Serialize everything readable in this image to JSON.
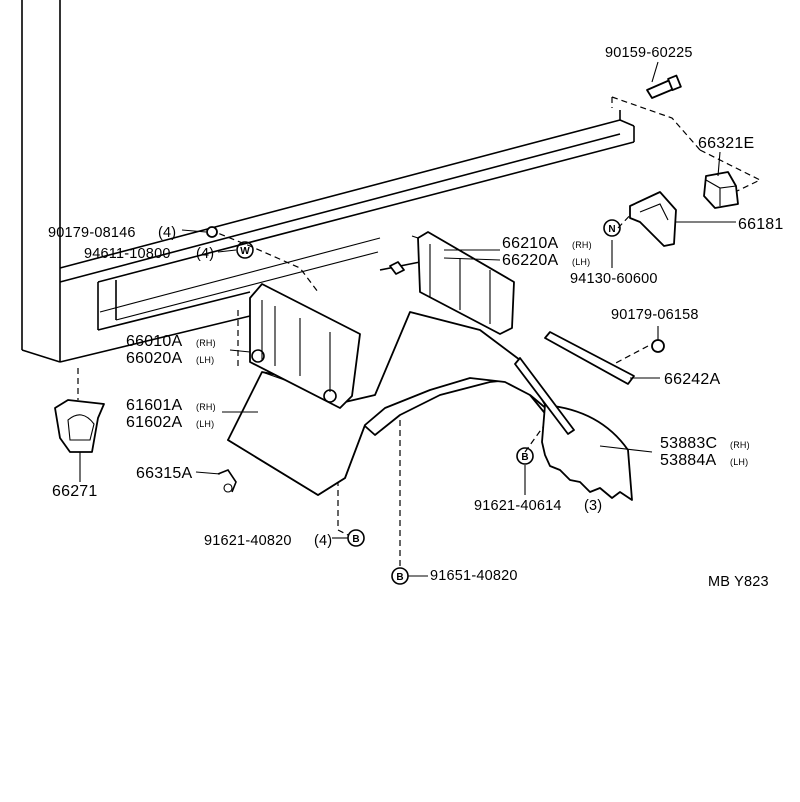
{
  "diagram": {
    "code": "MB Y823",
    "labels": {
      "bolt_top": "90159-60225",
      "stopper": "66321E",
      "bracket_right": "66181",
      "nut_n": "94130-60600",
      "n_symbol": "N",
      "clip_left_top": "90179-08146",
      "clip_left_top_qty": "(4)",
      "washer": "94611-10800",
      "washer_qty": "(4)",
      "w_symbol": "W",
      "bracket_a_rh": "66210A",
      "bracket_a_lh": "66220A",
      "bracket_b_rh": "66010A",
      "bracket_b_lh": "66020A",
      "clip_right": "90179-06158",
      "strip": "66242A",
      "fender_rh": "61601A",
      "fender_lh": "61602A",
      "mudflap_rh": "53883C",
      "mudflap_lh": "53884A",
      "rh_tag": "(RH)",
      "lh_tag": "(LH)",
      "hook": "66315A",
      "cap": "66271",
      "bolt_b1": "91621-40614",
      "bolt_b1_qty": "(3)",
      "b_symbol": "B",
      "bolt_b2": "91621-40820",
      "bolt_b2_qty": "(4)",
      "bolt_b3": "91651-40820"
    }
  }
}
